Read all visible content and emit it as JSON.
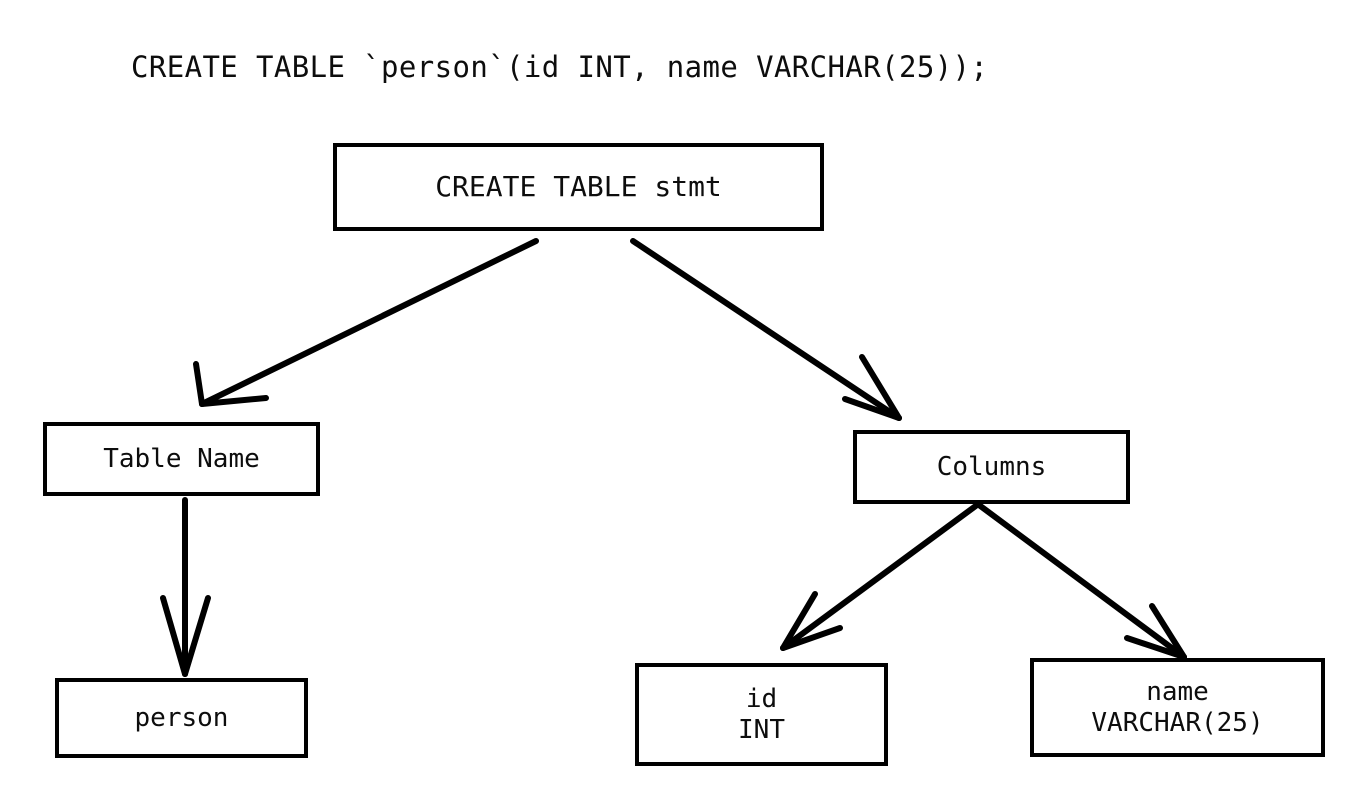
{
  "diagram": {
    "title": "CREATE TABLE `person`(id INT, name VARCHAR(25));",
    "type": "parse-tree",
    "colors": {
      "background": "#ffffff",
      "stroke": "#000000",
      "text": "#0d0d0d"
    },
    "nodes": [
      {
        "id": "root",
        "label": "CREATE TABLE stmt",
        "line1": "CREATE TABLE stmt",
        "line2": ""
      },
      {
        "id": "table-name",
        "label": "Table Name",
        "line1": "Table Name",
        "line2": ""
      },
      {
        "id": "columns",
        "label": "Columns",
        "line1": "Columns",
        "line2": ""
      },
      {
        "id": "person",
        "label": "person",
        "line1": "person",
        "line2": ""
      },
      {
        "id": "col-id",
        "label": "id INT",
        "line1": "id",
        "line2": "INT"
      },
      {
        "id": "col-name",
        "label": "name VARCHAR(25)",
        "line1": "name",
        "line2": "VARCHAR(25)"
      }
    ],
    "edges": [
      {
        "id": "edge-root-tablename",
        "from": "root",
        "to": "table-name",
        "arrow": "open-v"
      },
      {
        "id": "edge-root-columns",
        "from": "root",
        "to": "columns",
        "arrow": "open-v"
      },
      {
        "id": "edge-tablename-person",
        "from": "table-name",
        "to": "person",
        "arrow": "open-v"
      },
      {
        "id": "edge-columns-id",
        "from": "columns",
        "to": "col-id",
        "arrow": "open-v"
      },
      {
        "id": "edge-columns-name",
        "from": "columns",
        "to": "col-name",
        "arrow": "open-v"
      }
    ]
  }
}
